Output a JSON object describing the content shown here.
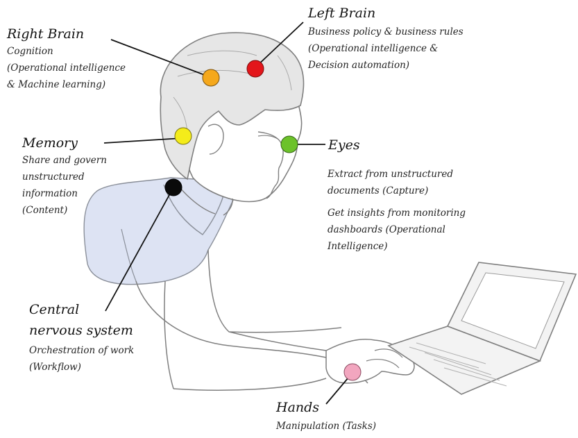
{
  "labels": {
    "right_brain": {
      "title": "Right Brain",
      "lines": [
        "Cognition",
        "(Operational intelligence",
        "& Machine learning)"
      ]
    },
    "left_brain": {
      "title": "Left Brain",
      "lines": [
        "Business policy & business rules",
        "(Operational intelligence &",
        "Decision automation)"
      ]
    },
    "memory": {
      "title": "Memory",
      "lines": [
        "Share and govern",
        "unstructured",
        "information",
        "(Content)"
      ]
    },
    "eyes": {
      "title": "Eyes",
      "lines": [
        "Extract from unstructured",
        "documents (Capture)"
      ],
      "lines2": [
        "Get insights from monitoring",
        "dashboards (Operational",
        "Intelligence)"
      ]
    },
    "cns": {
      "title_line1": "Central",
      "title_line2": "nervous system",
      "lines": [
        "Orchestration of work",
        "(Workflow)"
      ]
    },
    "hands": {
      "title": "Hands",
      "lines": [
        "Manipulation (Tasks)"
      ]
    }
  },
  "colors": {
    "right_brain": "#f5a81c",
    "left_brain": "#e3161b",
    "memory": "#f4ec1a",
    "eyes": "#6cc22a",
    "cns": "#0a0a0a",
    "hands": "#f2a6bf",
    "shirt": "#dde3f3",
    "hair": "#e6e6e6",
    "outline": "#7f7f7f"
  }
}
